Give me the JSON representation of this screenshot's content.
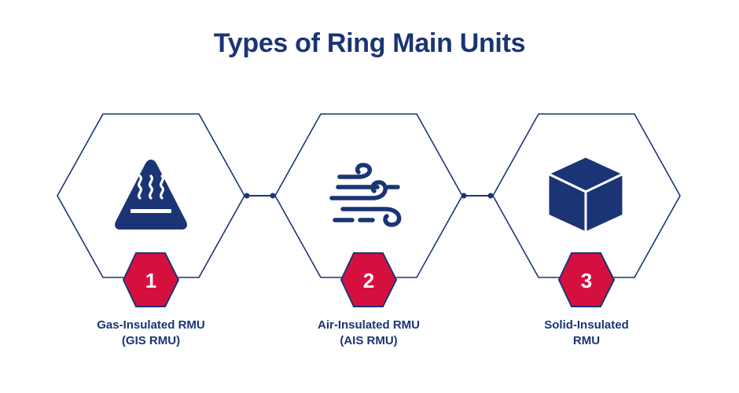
{
  "title": "Types of Ring Main Units",
  "colors": {
    "navy": "#1b3475",
    "red": "#d5103f",
    "white": "#ffffff"
  },
  "items": [
    {
      "number": "1",
      "icon": "hot-surface-warning-icon",
      "label_line1": "Gas-Insulated RMU",
      "label_line2": "(GIS RMU)"
    },
    {
      "number": "2",
      "icon": "wind-icon",
      "label_line1": "Air-Insulated RMU",
      "label_line2": "(AIS RMU)"
    },
    {
      "number": "3",
      "icon": "cube-icon",
      "label_line1": "Solid-Insulated",
      "label_line2": "RMU"
    }
  ]
}
